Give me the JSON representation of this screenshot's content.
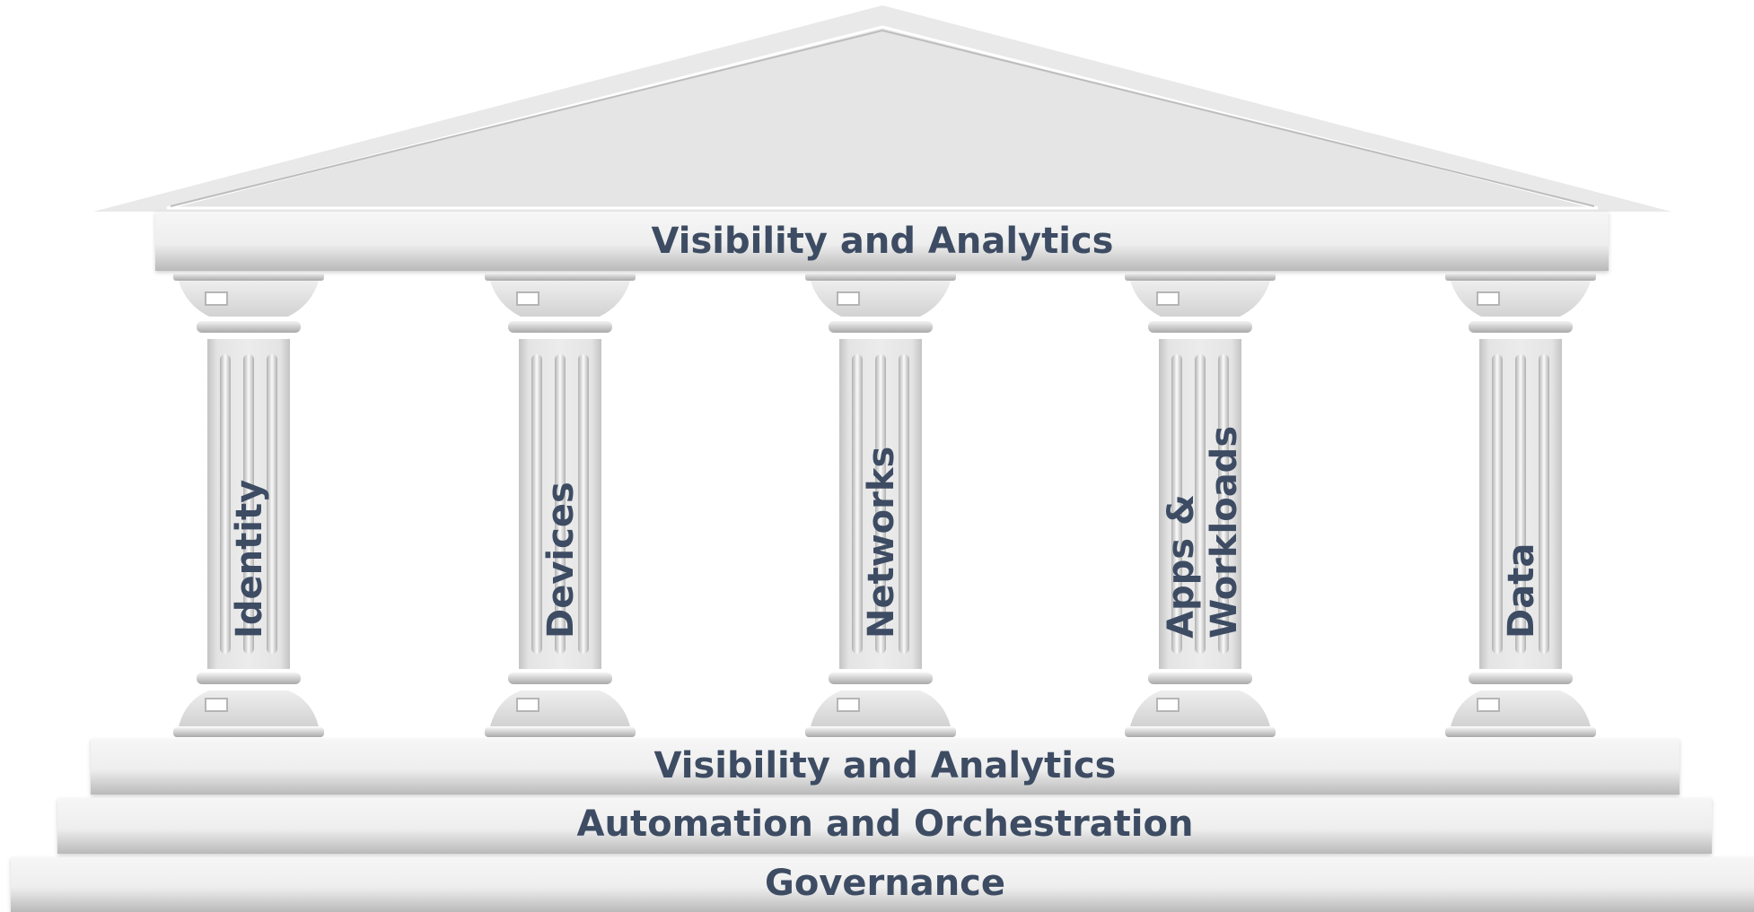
{
  "diagram": {
    "roof_band_label": "Visibility and Analytics",
    "pillars": [
      {
        "lines": [
          "Identity"
        ]
      },
      {
        "lines": [
          "Devices"
        ]
      },
      {
        "lines": [
          "Networks"
        ]
      },
      {
        "lines": [
          "Apps &",
          "Workloads"
        ]
      },
      {
        "lines": [
          "Data"
        ]
      }
    ],
    "foundation": [
      "Visibility and Analytics",
      "Automation and Orchestration",
      "Governance"
    ],
    "colors": {
      "stone_light": "#f2f2f2",
      "stone_mid": "#e6e6e6",
      "stone_shadow": "#b8b8b8",
      "text": "#3d4c63"
    }
  }
}
